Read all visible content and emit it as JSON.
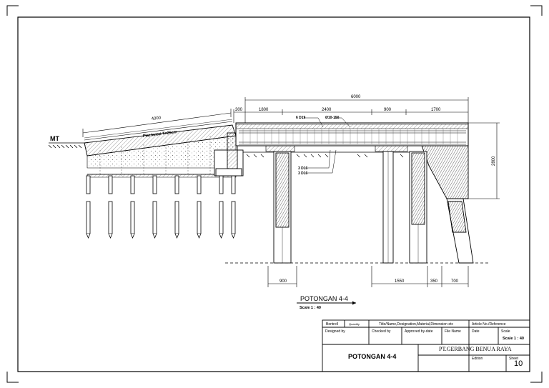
{
  "drawing": {
    "ground_label": "MT",
    "slab_note": "Plat lantai T=25cm",
    "section_title": "POTONGAN 4-4",
    "section_scale": "Scale 1 : 40",
    "dimensions": {
      "top_total": "6000",
      "top_segments": [
        "300",
        "1800",
        "2400",
        "900",
        "1700"
      ],
      "slope_length": "4000",
      "right_height": "2800",
      "bottom_segments": [
        "900",
        "1550",
        "350",
        "700"
      ]
    },
    "rebar_labels": [
      "6 D19",
      "Ø10-150",
      "3 D16",
      "3 D16"
    ]
  },
  "title_block": {
    "row1": [
      "Bentrell",
      "Quantity",
      "Title/Name,Designation,Material,Dimension etc",
      "Article No./Reference"
    ],
    "row2": [
      "Designed by",
      "Checked by",
      "Approved by-date",
      "File Name",
      "Date",
      "Scale"
    ],
    "scale_value": "Scale 1 : 40",
    "drawing_title": "POTONGAN 4-4",
    "company": "PT.GERBANG BENUA RAYA",
    "edition_label": "Edition",
    "sheet_label": "Sheet",
    "sheet_number": "10"
  }
}
